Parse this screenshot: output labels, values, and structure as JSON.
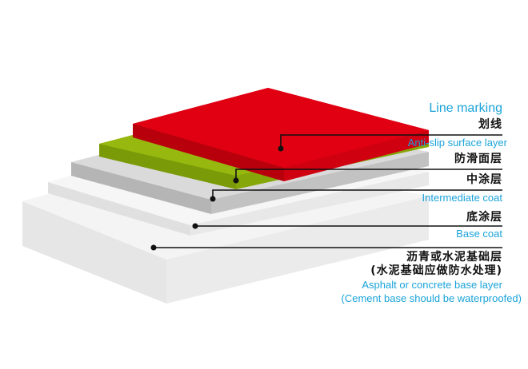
{
  "diagram": {
    "type": "layered floor coating cross-section",
    "colors": {
      "line_marking": "#e00012",
      "anti_slip": "#8db20e",
      "intermediate": "#c8c8c8",
      "base_coat": "#ececec",
      "substrate": "#f0f0f0",
      "label_en": "#1aa3d9",
      "label_cn": "#111111",
      "leader_line": "#111111"
    },
    "layers": [
      {
        "id": "line-marking",
        "en": "Line marking",
        "cn": "划线"
      },
      {
        "id": "anti-slip",
        "en": "Anti-slip surface layer",
        "cn": "防滑面层"
      },
      {
        "id": "intermediate",
        "cn": "中涂层",
        "en": "Intermediate coat"
      },
      {
        "id": "base-coat",
        "cn": "底涂层",
        "en": "Base coat"
      },
      {
        "id": "substrate",
        "cn": "沥青或水泥基础层",
        "cn_note": "(水泥基础应做防水处理)",
        "en": "Asphalt or concrete base layer",
        "en_note": "(Cement base should be waterproofed)"
      }
    ]
  }
}
